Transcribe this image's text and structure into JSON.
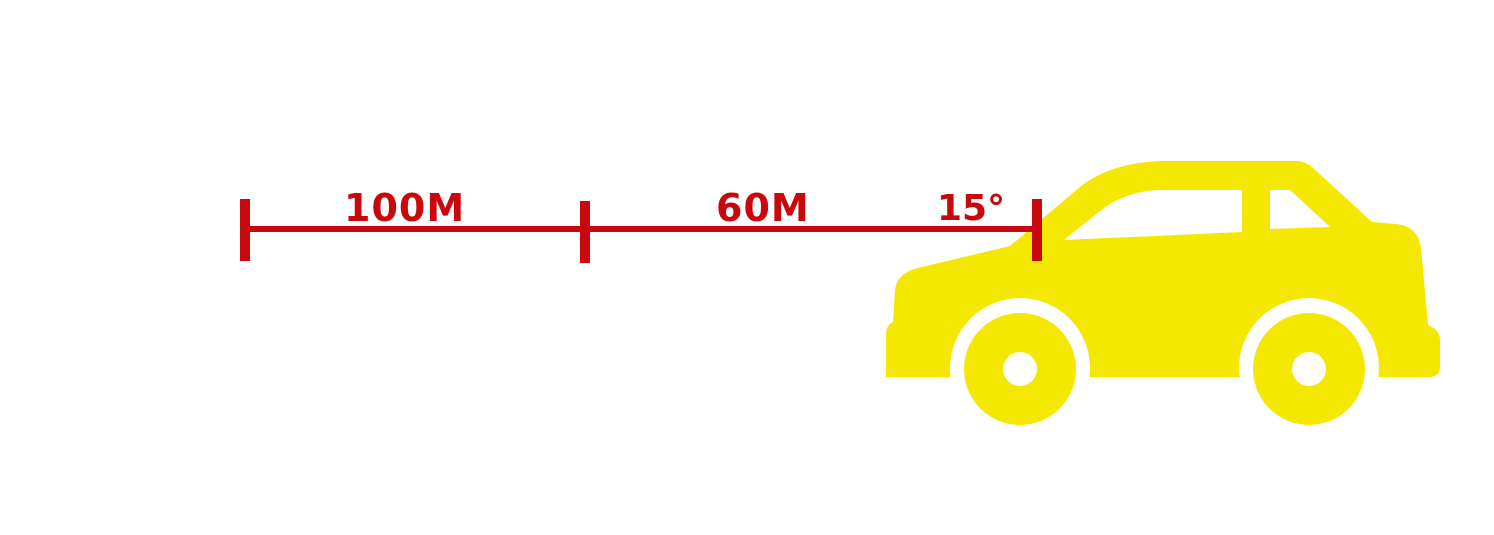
{
  "diagram": {
    "segments": [
      {
        "label": "100M"
      },
      {
        "label": "60M"
      }
    ],
    "angle_label": "15°",
    "colors": {
      "measure": "#c8080c",
      "car": "#f5e800",
      "background": "#ffffff"
    },
    "icons": {
      "vehicle": "car-icon"
    }
  }
}
